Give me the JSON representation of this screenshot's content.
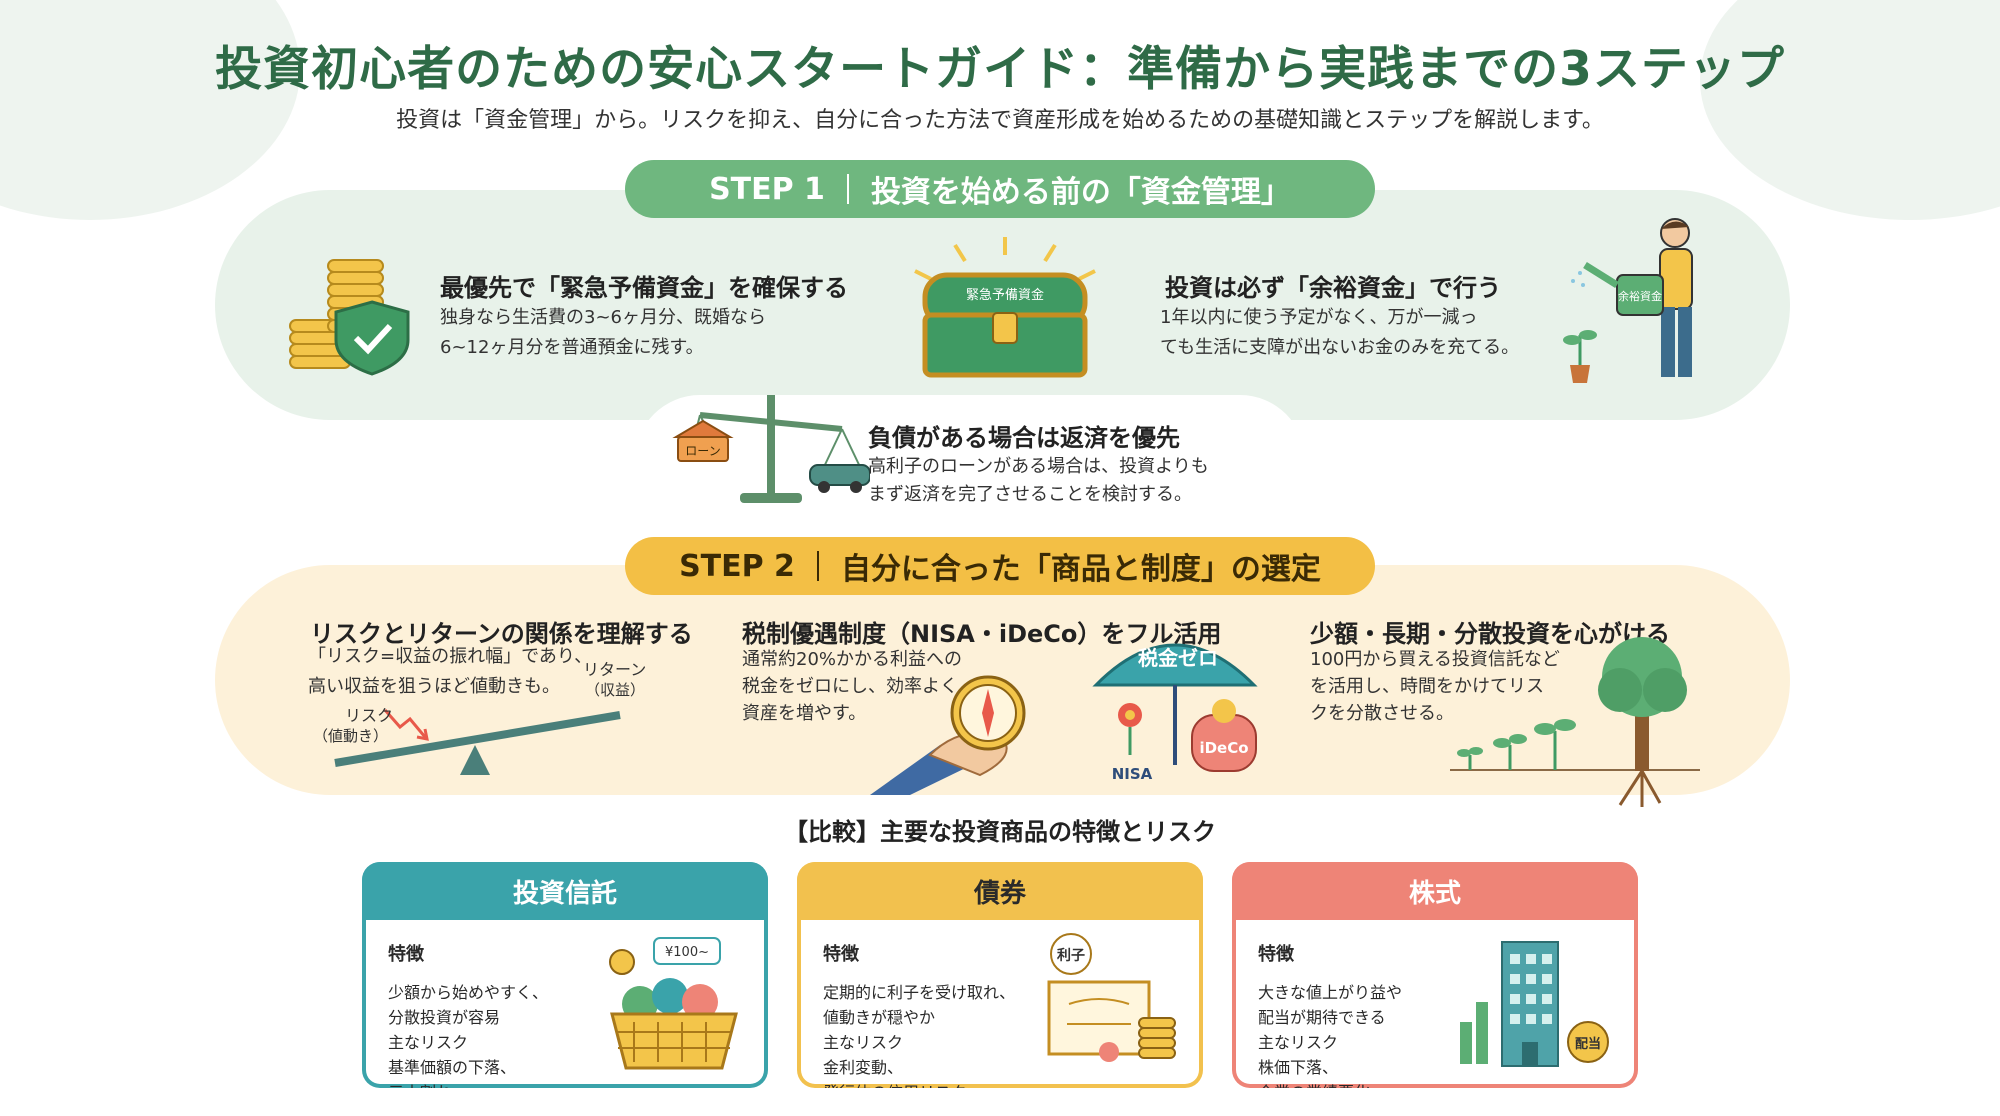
{
  "header": {
    "title": "投資初心者のための安心スタートガイド：準備から実践までの3ステップ",
    "subtitle": "投資は「資金管理」から。リスクを抑え、自分に合った方法で資産形成を始めるための基礎知識とステップを解説します。"
  },
  "step1": {
    "label": "STEP 1",
    "title": "投資を始める前の「資金管理」",
    "chest_label": "緊急予備資金",
    "can_label": "余裕資金",
    "items": [
      {
        "title": "最優先で「緊急予備資金」を確保する",
        "lines": [
          "独身なら生活費の3~6ヶ月分、既婚なら",
          "6~12ヶ月分を普通預金に残す。"
        ]
      },
      {
        "title": "投資は必ず「余裕資金」で行う",
        "lines": [
          "1年以内に使う予定がなく、万が一減っ",
          "ても生活に支障が出ないお金のみを充てる。"
        ]
      },
      {
        "title": "負債がある場合は返済を優先",
        "lines": [
          "高利子のローンがある場合は、投資よりも",
          "まず返済を完了させることを検討する。"
        ]
      }
    ],
    "loan_label": "ローン"
  },
  "step2": {
    "label": "STEP 2",
    "title": "自分に合った「商品と制度」の選定",
    "items": [
      {
        "title": "リスクとリターンの関係を理解する",
        "lines": [
          "「リスク=収益の振れ幅」であり、",
          "高い収益を狙うほど値動きも。"
        ]
      },
      {
        "title": "税制優遇制度（NISA・iDeCo）をフル活用",
        "lines": [
          "通常約20%かかる利益への",
          "税金をゼロにし、効率よく",
          "資産を増やす。"
        ]
      },
      {
        "title": "少額・長期・分散投資を心がける",
        "lines": [
          "100円から買える投資信託など",
          "を活用し、時間をかけてリス",
          "クを分散させる。"
        ]
      }
    ],
    "risk_label": [
      "リスク",
      "（値動き）"
    ],
    "return_label": [
      "リターン",
      "（収益）"
    ],
    "umbrella_label": "税金ゼロ",
    "nisa_label": "NISA",
    "ideco_label": "iDeCo"
  },
  "comparison": {
    "title": "【比較】主要な投資商品の特徴とリスク",
    "cards": [
      {
        "name": "投資信託",
        "feature_label": "特徴",
        "lines": [
          "少額から始めやすく、",
          "分散投資が容易",
          "主なリスク",
          "基準価額の下落、",
          "元本割れ"
        ],
        "tag": "¥100~",
        "color": "#3aa3aa"
      },
      {
        "name": "債券",
        "feature_label": "特徴",
        "lines": [
          "定期的に利子を受け取れ、",
          "値動きが穏やか",
          "主なリスク",
          "金利変動、",
          "発行体の信用リスク"
        ],
        "tag": "利子",
        "color": "#f2c14e"
      },
      {
        "name": "株式",
        "feature_label": "特徴",
        "lines": [
          "大きな値上がり益や",
          "配当が期待できる",
          "主なリスク",
          "株価下落、",
          "企業の業績悪化"
        ],
        "tag": "配当",
        "color": "#ee8477"
      }
    ]
  },
  "colors": {
    "title": "#2f6b47",
    "step1": "#6fb77f",
    "step2": "#f3bf45",
    "fund": "#3aa3aa",
    "bond": "#f2c14e",
    "stock": "#ee8477"
  },
  "icons": [
    "coins-shield-icon",
    "treasure-chest-icon",
    "watering-can-person-icon",
    "balance-scale-icon",
    "seesaw-icon",
    "compass-hand-icon",
    "umbrella-icon",
    "tree-growth-icon",
    "basket-icon",
    "certificate-icon",
    "building-chart-icon"
  ]
}
